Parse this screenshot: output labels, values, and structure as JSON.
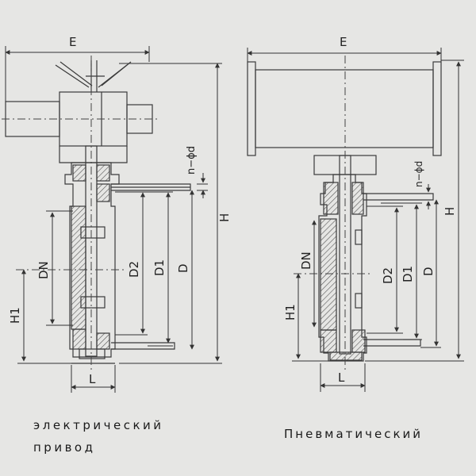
{
  "captions": {
    "electric_line1": "электрический",
    "electric_line2": "привод",
    "pneumatic": "Пневматический"
  },
  "dimensions": {
    "E": "E",
    "H": "H",
    "H1": "H1",
    "DN": "DN",
    "D2": "D2",
    "D1": "D1",
    "D": "D",
    "L": "L",
    "n_phi_d": "n−ϕd"
  },
  "colors": {
    "line": "#3a3a3a",
    "hatch": "#5a5a5a",
    "background": "#e6e6e4"
  }
}
